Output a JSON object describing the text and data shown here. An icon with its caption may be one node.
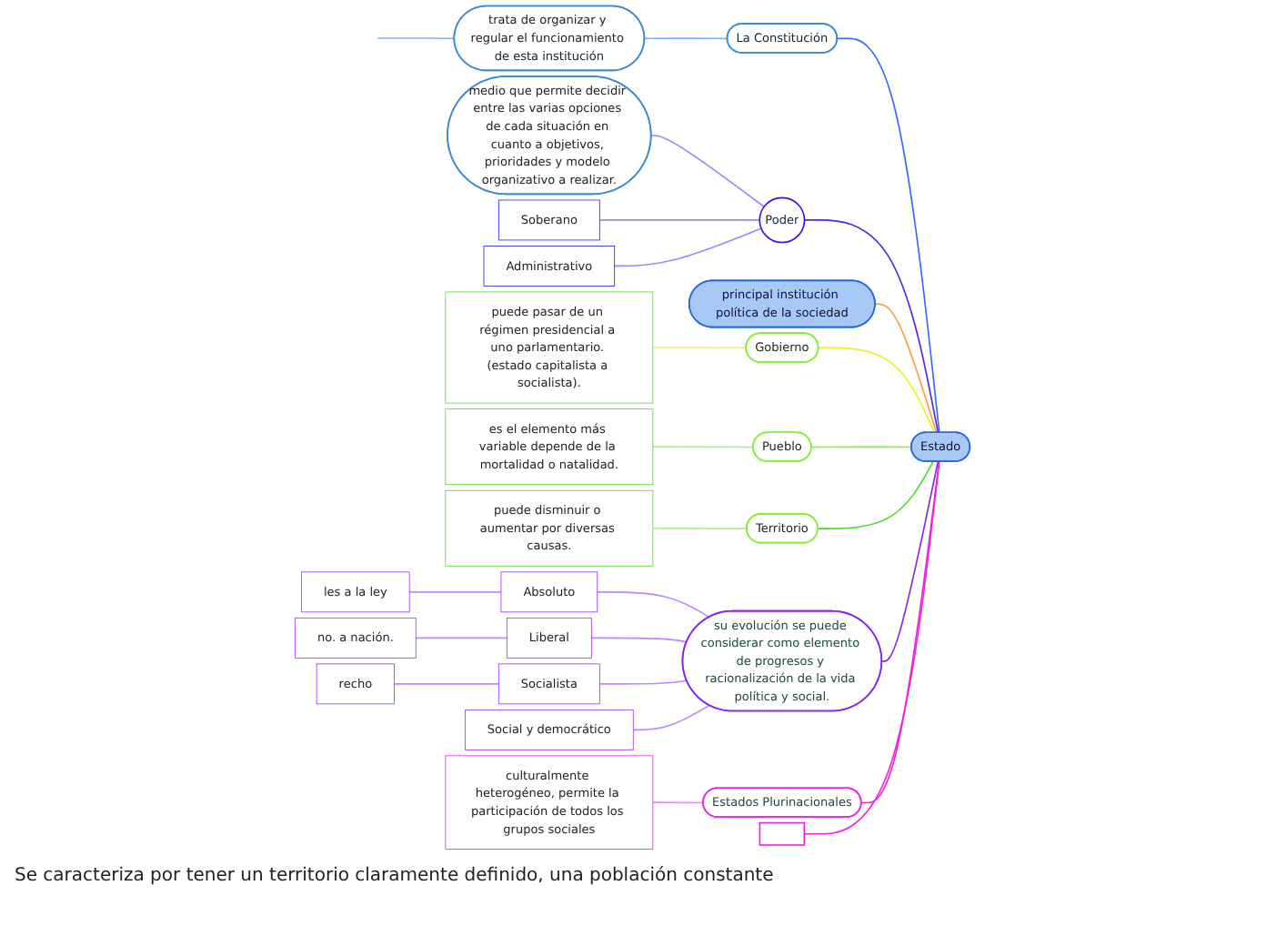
{
  "diagram": {
    "nodes": [
      {
        "text": [
          "Estado"
        ]
      },
      {
        "text": [
          "La Constitución"
        ]
      },
      {
        "text": [
          "trata de organizar y regular el funcionamiento de esta institución"
        ]
      },
      {
        "text": [
          "Poder"
        ]
      },
      {
        "text": [
          "medio que permite decidir entre las varias opciones de cada situación en cuanto a objetivos, prioridades y modelo organizativo a realizar."
        ]
      },
      {
        "text": [
          "Soberano"
        ]
      },
      {
        "text": [
          "Administrativo"
        ]
      },
      {
        "text": [
          "principal institución política de la sociedad"
        ]
      },
      {
        "text": [
          "Gobierno"
        ]
      },
      {
        "text": [
          "puede pasar de un régimen presidencial a uno parlamentario. (estado capitalista a socialista)."
        ]
      },
      {
        "text": [
          "Pueblo"
        ]
      },
      {
        "text": [
          "es el elemento más variable depende de la mortalidad o natalidad."
        ]
      },
      {
        "text": [
          "Territorio"
        ]
      },
      {
        "text": [
          "puede disminuir o aumentar por diversas causas."
        ]
      },
      {
        "text": [
          "su evolución se puede considerar como elemento de progresos y racionalización de la vida política y social."
        ]
      },
      {
        "text": [
          "Absoluto"
        ]
      },
      {
        "text": [
          "les a la ley"
        ]
      },
      {
        "text": [
          "Liberal"
        ]
      },
      {
        "text": [
          "no. a nación."
        ]
      },
      {
        "text": [
          "Socialista"
        ]
      },
      {
        "text": [
          "recho"
        ]
      },
      {
        "text": [
          "Social y democrático"
        ]
      },
      {
        "text": [
          "Estados Plurinacionales"
        ]
      },
      {
        "text": [
          "culturalmente heterogéneo, permite la participación de todos los grupos sociales"
        ]
      },
      {
        "text": [],
        "shape": "box"
      }
    ],
    "edges": [
      {
        "from": 0,
        "to": 1,
        "arrow": "none",
        "color": "#3366ff"
      },
      {
        "from": 1,
        "to": 2,
        "arrow": "none",
        "color": "#88aaff"
      },
      {
        "from": 2,
        "to": null,
        "arrow": "none",
        "color": "#88aaff"
      },
      {
        "from": 0,
        "to": 3,
        "arrow": "none",
        "color": "#5522ee"
      },
      {
        "from": 3,
        "to": 4,
        "arrow": "none",
        "color": "#9988ff"
      },
      {
        "from": 3,
        "to": 5,
        "arrow": "none",
        "color": "#9988ff"
      },
      {
        "from": 3,
        "to": 6,
        "arrow": "none",
        "color": "#9988ff"
      },
      {
        "from": 0,
        "to": 7,
        "arrow": "none",
        "color": "#f5a142"
      },
      {
        "from": 0,
        "to": 8,
        "arrow": "none",
        "color": "#eeee22"
      },
      {
        "from": 8,
        "to": 9,
        "arrow": "none",
        "color": "#eeee88"
      },
      {
        "from": 0,
        "to": 10,
        "arrow": "none",
        "color": "#88ee44"
      },
      {
        "from": 10,
        "to": 11,
        "arrow": "none",
        "color": "#aaee88"
      },
      {
        "from": 0,
        "to": 12,
        "arrow": "none",
        "color": "#44dd22"
      },
      {
        "from": 12,
        "to": 13,
        "arrow": "none",
        "color": "#aaee88"
      },
      {
        "from": 0,
        "to": 14,
        "arrow": "none",
        "color": "#8822ee"
      },
      {
        "from": 14,
        "to": 15,
        "arrow": "none",
        "color": "#bb88ff"
      },
      {
        "from": 15,
        "to": 16,
        "arrow": "none",
        "color": "#bb88ff"
      },
      {
        "from": 14,
        "to": 17,
        "arrow": "none",
        "color": "#bb88ff"
      },
      {
        "from": 17,
        "to": 18,
        "arrow": "none",
        "color": "#bb88ff"
      },
      {
        "from": 14,
        "to": 19,
        "arrow": "none",
        "color": "#bb88ff"
      },
      {
        "from": 19,
        "to": 20,
        "arrow": "none",
        "color": "#bb88ff"
      },
      {
        "from": 14,
        "to": 21,
        "arrow": "none",
        "color": "#bb88ff"
      },
      {
        "from": 0,
        "to": 22,
        "arrow": "none",
        "color": "#ee22dd"
      },
      {
        "from": 22,
        "to": 23,
        "arrow": "none",
        "color": "#ee88ee"
      },
      {
        "from": 0,
        "to": 24,
        "arrow": "none",
        "color": "#ee22dd"
      }
    ],
    "labels": [
      "Se caracteriza por tener un territorio claramente definido, una población constante"
    ]
  }
}
